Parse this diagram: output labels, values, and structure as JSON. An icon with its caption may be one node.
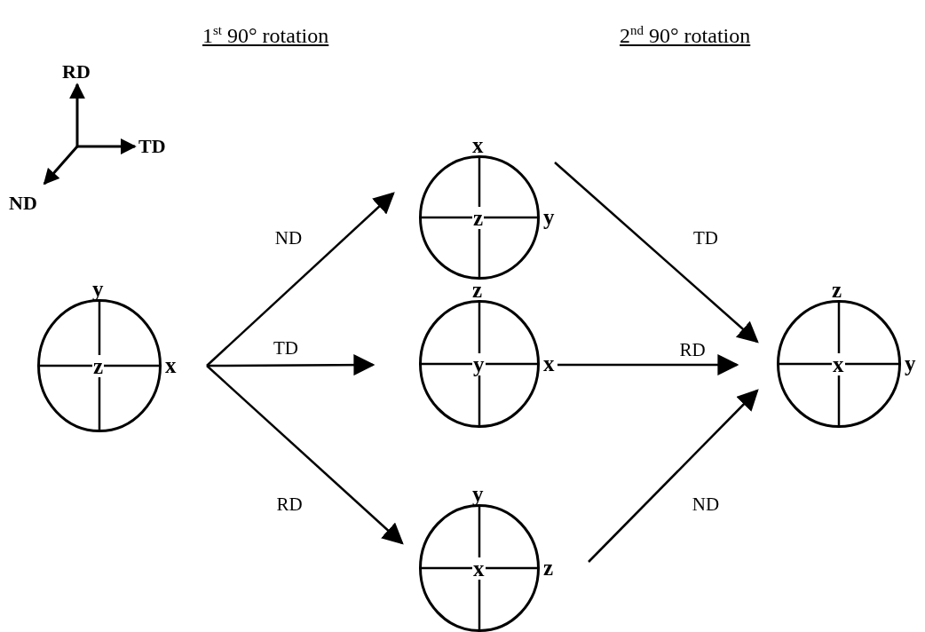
{
  "diagram": {
    "nodes": [
      {
        "text": [
          "y",
          "z",
          "x"
        ]
      },
      {
        "text": [
          "x",
          "z",
          "y"
        ]
      },
      {
        "text": [
          "z",
          "y",
          "x"
        ]
      },
      {
        "text": [
          "y",
          "x",
          "z"
        ]
      },
      {
        "text": [
          "z",
          "x",
          "y"
        ]
      }
    ],
    "edges": [
      {
        "from": 0,
        "to": 1,
        "arrow": "to",
        "label": "ND"
      },
      {
        "from": 0,
        "to": 2,
        "arrow": "to",
        "label": "TD"
      },
      {
        "from": 0,
        "to": 3,
        "arrow": "to",
        "label": "RD"
      },
      {
        "from": 1,
        "to": 4,
        "arrow": "to",
        "label": "TD"
      },
      {
        "from": 2,
        "to": 4,
        "arrow": "to",
        "label": "RD"
      },
      {
        "from": 3,
        "to": 4,
        "arrow": "to",
        "label": "ND"
      }
    ],
    "labels": [
      "1$^{st}$ 90° rotation",
      "2$^{nd}$ 90° rotation",
      "RD",
      "TD",
      "ND"
    ]
  }
}
